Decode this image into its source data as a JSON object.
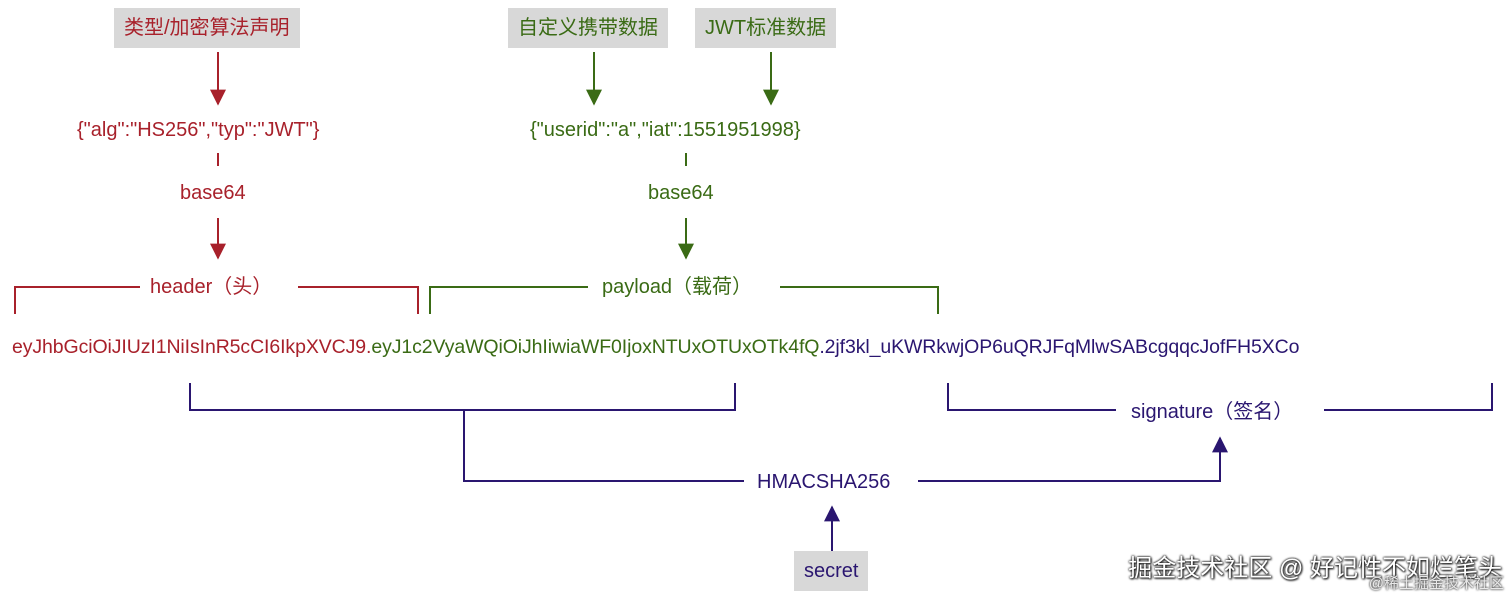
{
  "colors": {
    "header": "#a8212b",
    "payload": "#3a6b15",
    "signature": "#2a1670",
    "box_bg": "#d8d8d8"
  },
  "header_section": {
    "box_label": "类型/加密算法声明",
    "json": "{\"alg\":\"HS256\",\"typ\":\"JWT\"}",
    "encoding": "base64",
    "bracket_label": "header（头）"
  },
  "payload_section": {
    "box_custom": "自定义携带数据",
    "box_standard": "JWT标准数据",
    "json": "{\"userid\":\"a\",\"iat\":1551951998}",
    "encoding": "base64",
    "bracket_label": "payload（载荷）"
  },
  "token": {
    "header_part": "eyJhbGciOiJIUzI1NiIsInR5cCI6IkpXVCJ9",
    "sep1": ".",
    "payload_part": "eyJ1c2VyaWQiOiJhIiwiaWF0IjoxNTUxOTUxOTk4fQ",
    "sep2": ".",
    "signature_part": "2jf3kl_uKWRkwjOP6uQRJFqMlwSABcgqqcJofFH5XCo"
  },
  "signature_section": {
    "bracket_label": "signature（签名）",
    "algorithm": "HMACSHA256",
    "secret": "secret"
  },
  "watermark": {
    "line1": "掘金技术社区 @ 好记性不如烂笔头",
    "line2": "@稀土掘金技术社区"
  }
}
